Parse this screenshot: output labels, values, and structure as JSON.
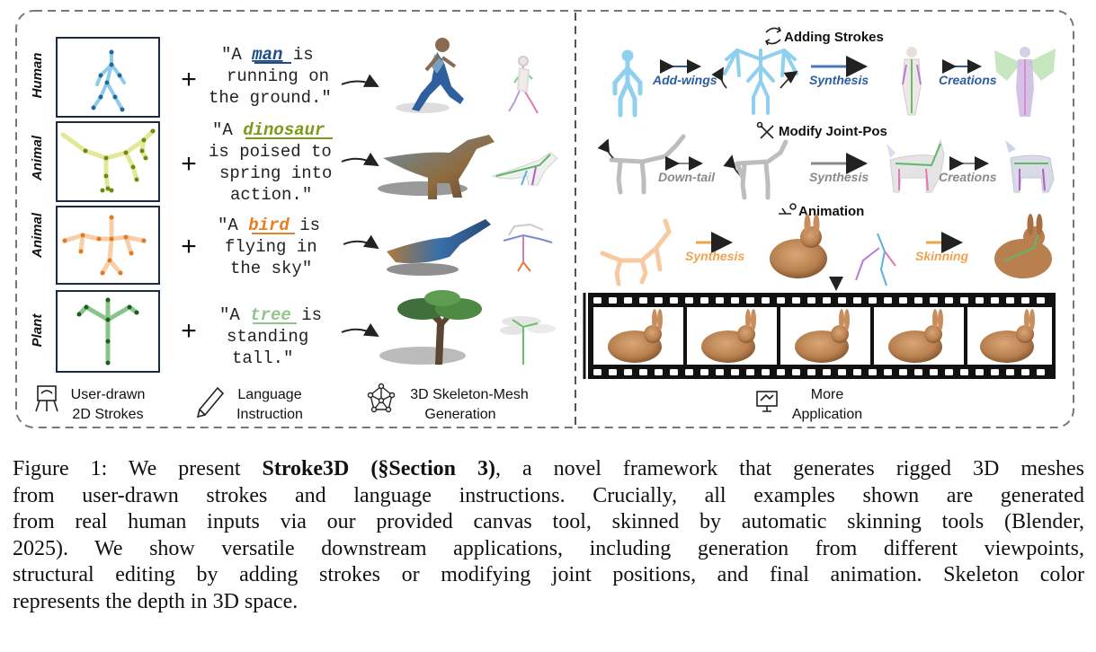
{
  "left_panel": {
    "rows": [
      {
        "category": "Human",
        "quote_lines": [
          "\"A ",
          "man",
          " is",
          "running on",
          "the ground.\""
        ],
        "keyword": "man",
        "keyword_color": "#1f4e8c",
        "skeleton_color": "#6fb9e0"
      },
      {
        "category": "Animal",
        "quote_lines": [
          "\"A ",
          "dinosaur",
          "",
          "is poised to",
          "spring into",
          "action.\""
        ],
        "keyword": "dinosaur",
        "keyword_color": "#7d9a1d",
        "skeleton_color": "#c8d85a"
      },
      {
        "category": "Animal",
        "quote_lines": [
          "\"A ",
          "bird",
          " is",
          "flying in",
          "the sky\""
        ],
        "keyword": "bird",
        "keyword_color": "#e67e22",
        "skeleton_color": "#f2b27a"
      },
      {
        "category": "Plant",
        "quote_lines": [
          "\"A ",
          "tree",
          " is",
          "standing",
          "tall.\""
        ],
        "keyword": "tree",
        "keyword_color": "#8fc48a",
        "skeleton_color": "#4e9a4a"
      }
    ],
    "plus_sign": "+",
    "footer": {
      "col1": [
        "User-drawn",
        "2D Strokes"
      ],
      "col2": [
        "Language",
        "Instruction"
      ],
      "col3": [
        "3D Skeleton-Mesh",
        "Generation"
      ],
      "col1_icon": "easel-icon",
      "col2_icon": "pencil-icon",
      "col3_icon": "network-icon"
    }
  },
  "right_panel": {
    "sections": [
      {
        "heading": "Adding Strokes",
        "icon": "recycle-arrows-icon",
        "labels": [
          "Add-wings",
          "Synthesis",
          "Creations"
        ],
        "color": "#2a5d9f"
      },
      {
        "heading": "Modify Joint-Pos",
        "icon": "tools-icon",
        "labels": [
          "Down-tail",
          "Synthesis",
          "Creations"
        ],
        "color": "#8a8a8a"
      },
      {
        "heading": "Animation",
        "icon": "motion-icon",
        "labels": [
          "Synthesis",
          "Skinning"
        ],
        "color": "#f0a24e"
      }
    ],
    "footer": [
      "More",
      "Application"
    ],
    "footer_icon": "monitor-icon"
  },
  "caption": {
    "lines": [
      {
        "parts": [
          {
            "t": "Figure 1: We present "
          },
          {
            "t": "Stroke3D (§Section 3)",
            "b": true
          },
          {
            "t": ", a novel framework that generates rigged 3D meshes"
          }
        ]
      },
      {
        "parts": [
          {
            "t": "from user-drawn strokes and language instructions.  Crucially, all examples shown are generated"
          }
        ]
      },
      {
        "parts": [
          {
            "t": "from real human inputs via our provided canvas tool, skinned by automatic skinning tools (Blender,"
          }
        ]
      },
      {
        "parts": [
          {
            "t": "2025). We show versatile downstream applications, including generation from different viewpoints,"
          }
        ]
      },
      {
        "parts": [
          {
            "t": "structural editing by adding strokes or modifying joint positions, and final animation. Skeleton color"
          }
        ]
      },
      {
        "parts": [
          {
            "t": "represents the depth in 3D space."
          }
        ]
      }
    ]
  }
}
